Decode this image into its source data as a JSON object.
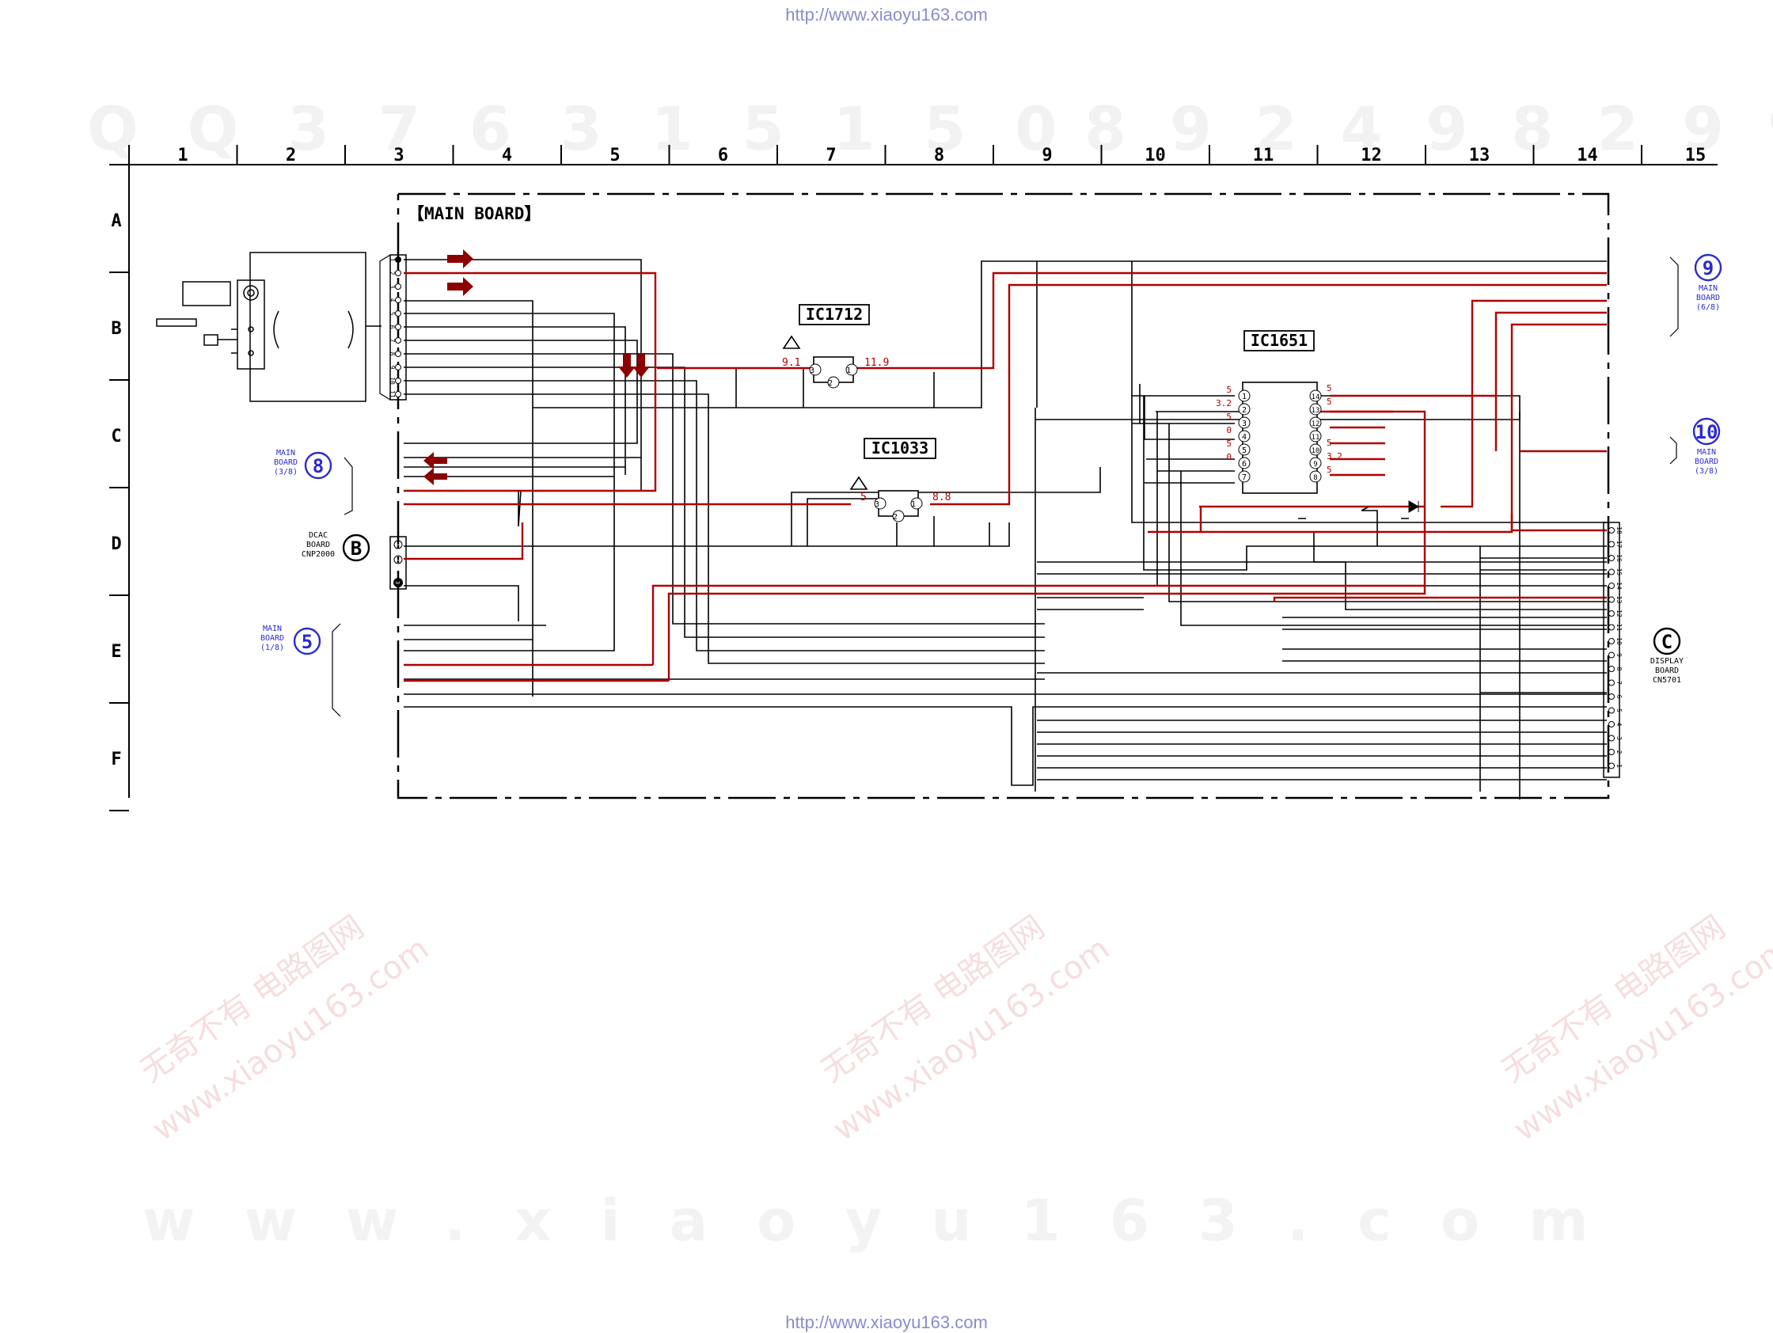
{
  "header_url": "http://www.xiaoyu163.com",
  "footer_url": "http://www.xiaoyu163.com",
  "watermarks": {
    "top_left": "QQ376315150",
    "top_right": "892498299",
    "bottom": "www.xiaoyu163.com",
    "diag_cn": "无奇不有 电路图网",
    "diag_url": "www.xiaoyu163.com"
  },
  "grid": {
    "columns": [
      "1",
      "2",
      "3",
      "4",
      "5",
      "6",
      "7",
      "8",
      "9",
      "10",
      "11",
      "12",
      "13",
      "14",
      "15"
    ],
    "rows": [
      "A",
      "B",
      "C",
      "D",
      "E",
      "F"
    ]
  },
  "board_title": "【MAIN BOARD】",
  "ics": {
    "ic1712": {
      "label": "IC1712",
      "in_voltage": "9.1",
      "out_voltage": "11.9",
      "pins": [
        "3",
        "1",
        "2"
      ]
    },
    "ic1033": {
      "label": "IC1033",
      "in_voltage": "5",
      "out_voltage": "8.8",
      "pins": [
        "3",
        "1",
        "2"
      ]
    },
    "ic1651": {
      "label": "IC1651",
      "left_pins": [
        "1",
        "2",
        "3",
        "4",
        "5",
        "6",
        "7"
      ],
      "right_pins": [
        "14",
        "13",
        "12",
        "11",
        "10",
        "9",
        "8"
      ],
      "left_voltages": [
        "5",
        "3.2",
        "5",
        "0",
        "5",
        "0"
      ],
      "right_voltages": [
        "5",
        "5",
        "5",
        "3.2",
        "5"
      ]
    }
  },
  "connectors": {
    "left_cn_pins": [
      "1",
      "2",
      "3",
      "4",
      "5",
      "6",
      "7",
      "8",
      "9",
      "10",
      "11"
    ],
    "dcac_pins": [
      "1",
      "2",
      "3"
    ],
    "display_pins": [
      "18",
      "17",
      "16",
      "15",
      "14",
      "13",
      "12",
      "11",
      "10",
      "9",
      "8",
      "7",
      "6",
      "5",
      "4",
      "3",
      "2",
      "1"
    ]
  },
  "refs": {
    "main8": {
      "symbol": "8",
      "lines": [
        "MAIN",
        "BOARD",
        "(3/8)"
      ]
    },
    "dcac": {
      "symbol": "B",
      "lines": [
        "DCAC",
        "BOARD",
        "CNP2000"
      ]
    },
    "main5": {
      "symbol": "5",
      "lines": [
        "MAIN",
        "BOARD",
        "(1/8)"
      ]
    },
    "main9": {
      "symbol": "9",
      "lines": [
        "MAIN",
        "BOARD",
        "(6/8)"
      ]
    },
    "main10": {
      "symbol": "10",
      "lines": [
        "MAIN",
        "BOARD",
        "(3/8)"
      ]
    },
    "display": {
      "symbol": "C",
      "lines": [
        "DISPLAY",
        "BOARD",
        "CN5701"
      ]
    }
  },
  "colors": {
    "wire": "#000000",
    "power": "#b00000",
    "arrow": "#8b0000",
    "ref": "#2a2ad0",
    "faint": "#444444"
  }
}
